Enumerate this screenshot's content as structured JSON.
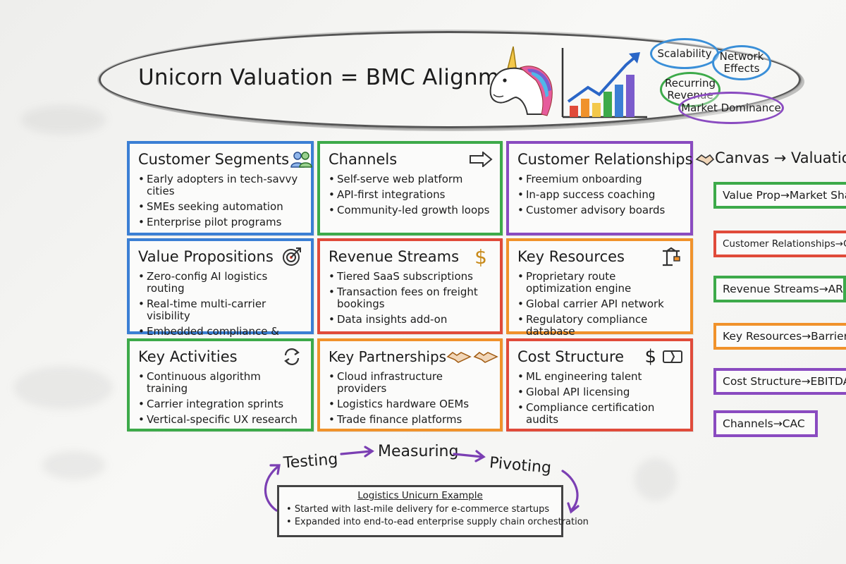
{
  "title": "Unicorn Valuation = BMC Alignment",
  "bubbles": [
    {
      "label": "Scalability",
      "color": "#3a8fd8"
    },
    {
      "label": "Network Effects",
      "color": "#3a8fd8"
    },
    {
      "label": "Recurring Revenue",
      "color": "#3daa4a"
    },
    {
      "label": "Market Dominance",
      "color": "#8a4bc0"
    }
  ],
  "cards": [
    {
      "title": "Customer Segments",
      "icon": "people-icon",
      "color": "#3b7fd4",
      "items": [
        "Early adopters in tech-savvy cities",
        "SMEs seeking automation",
        "Enterprise pilot programs"
      ]
    },
    {
      "title": "Channels",
      "icon": "arrow-sign-icon",
      "color": "#3daa4a",
      "items": [
        "Self-serve web platform",
        "API-first integrations",
        "Community-led growth loops"
      ]
    },
    {
      "title": "Customer Relationships",
      "icon": "handshake-icon",
      "color": "#8a4bc0",
      "items": [
        "Freemium onboarding",
        "In-app success coaching",
        "Customer advisory boards"
      ]
    },
    {
      "title": "Value Propositions",
      "icon": "target-icon",
      "color": "#3b7fd4",
      "items": [
        "Zero-config AI logistics routing",
        "Real-time multi-carrier visibility",
        "Embedded compliance & customs engine"
      ]
    },
    {
      "title": "Revenue Streams",
      "icon": "dollar-icon",
      "color": "#e04b3a",
      "items": [
        "Tiered SaaS subscriptions",
        "Transaction fees on freight bookings",
        "Data insights add-on"
      ]
    },
    {
      "title": "Key Resources",
      "icon": "crane-icon",
      "color": "#f0922b",
      "items": [
        "Proprietary route optimization engine",
        "Global carrier API network",
        "Regulatory compliance database"
      ]
    },
    {
      "title": "Key Activities",
      "icon": "refresh-icon",
      "color": "#3daa4a",
      "items": [
        "Continuous algorithm training",
        "Carrier integration sprints",
        "Vertical-specific UX research"
      ]
    },
    {
      "title": "Key Partnerships",
      "icon": "handshake-pair-icon",
      "color": "#f0922b",
      "items": [
        "Cloud infrastructure providers",
        "Logistics hardware OEMs",
        "Trade finance platforms"
      ]
    },
    {
      "title": "Cost Structure",
      "icon": "dollar-wallet-icon",
      "color": "#e04b3a",
      "items": [
        "ML engineering talent",
        "Global API licensing",
        "Compliance certification audits"
      ]
    }
  ],
  "side": {
    "title": "Canvas → Valuation D",
    "tags": [
      {
        "label": "Value Prop→Market Share",
        "color": "#3daa4a"
      },
      {
        "label": "Customer Relationships→Churn",
        "color": "#e04b3a"
      },
      {
        "label": "Revenue Streams→ARR",
        "color": "#3daa4a"
      },
      {
        "label": "Key Resources→Barriers",
        "color": "#f0922b"
      },
      {
        "label": "Cost Structure→EBITDA",
        "color": "#8a4bc0"
      },
      {
        "label": "Channels→CAC",
        "color": "#8a4bc0"
      }
    ]
  },
  "flow": {
    "step1": "Testing",
    "step2": "Measuring",
    "step3": "Pivoting"
  },
  "example": {
    "title": "Logistics Unicurn Example",
    "items": [
      "Started with last-mile delivery for e-commerce startups",
      "Expanded into end-to-ead enterprise supply chain orchestration"
    ]
  }
}
